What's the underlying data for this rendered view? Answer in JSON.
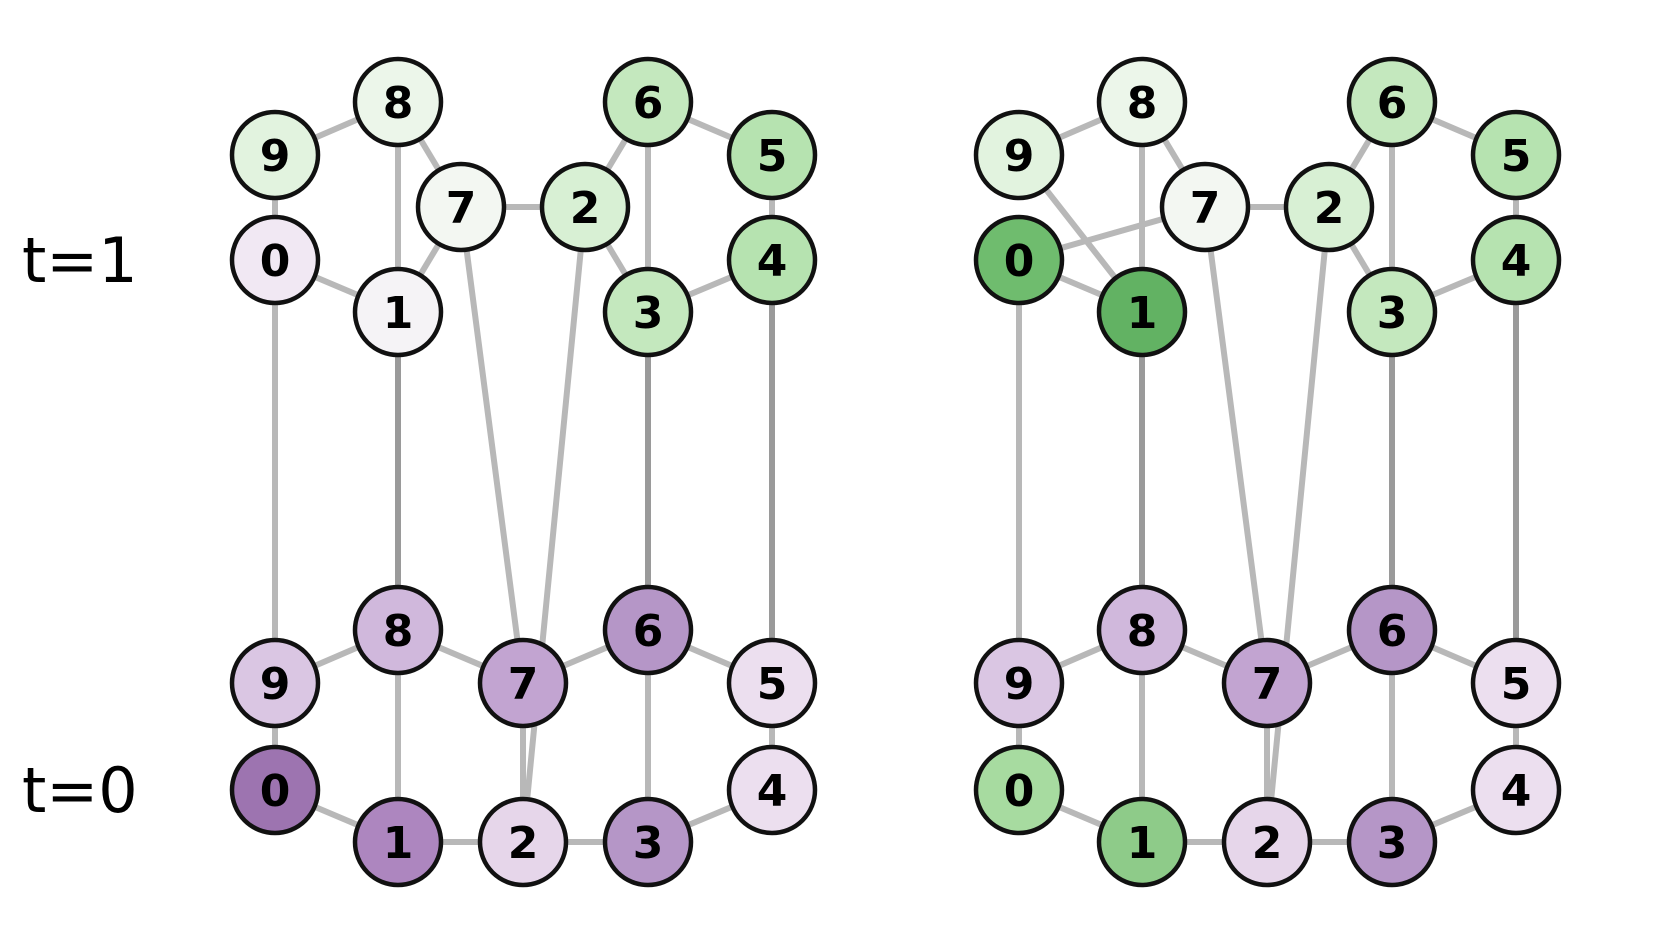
{
  "time_labels": {
    "top": "t=1",
    "bottom": "t=0"
  },
  "colors": {
    "edge_light": "#b8b8b8",
    "edge_dark": "#9a9a9a",
    "node_stroke": "#111111"
  },
  "panels": [
    {
      "id": "left",
      "top_layer": {
        "nodes": [
          {
            "label": "0",
            "color": "#f1e8f3"
          },
          {
            "label": "1",
            "color": "#f5f3f6"
          },
          {
            "label": "7",
            "color": "#f3f7f2"
          },
          {
            "label": "8",
            "color": "#ecf6ea"
          },
          {
            "label": "9",
            "color": "#e2f3df"
          },
          {
            "label": "2",
            "color": "#d8f0d4"
          },
          {
            "label": "6",
            "color": "#c4e8be"
          },
          {
            "label": "3",
            "color": "#c4e8be"
          },
          {
            "label": "5",
            "color": "#b6e3b0"
          },
          {
            "label": "4",
            "color": "#b6e3b0"
          }
        ]
      },
      "bottom_layer": {
        "nodes": [
          {
            "label": "0",
            "color": "#9d74b0"
          },
          {
            "label": "1",
            "color": "#ad86bf"
          },
          {
            "label": "2",
            "color": "#e6d6ea"
          },
          {
            "label": "3",
            "color": "#b596c7"
          },
          {
            "label": "4",
            "color": "#ecdfef"
          },
          {
            "label": "5",
            "color": "#ecdfef"
          },
          {
            "label": "6",
            "color": "#b596c7"
          },
          {
            "label": "7",
            "color": "#c2a4d1"
          },
          {
            "label": "8",
            "color": "#d0b8dc"
          },
          {
            "label": "9",
            "color": "#dac6e3"
          }
        ]
      }
    },
    {
      "id": "right",
      "top_layer": {
        "nodes": [
          {
            "label": "0",
            "color": "#6fbc6e"
          },
          {
            "label": "1",
            "color": "#62b263"
          },
          {
            "label": "7",
            "color": "#f3f7f2"
          },
          {
            "label": "8",
            "color": "#ecf6ea"
          },
          {
            "label": "9",
            "color": "#e2f3df"
          },
          {
            "label": "2",
            "color": "#d8f0d4"
          },
          {
            "label": "6",
            "color": "#c4e8be"
          },
          {
            "label": "3",
            "color": "#c4e8be"
          },
          {
            "label": "5",
            "color": "#b6e3b0"
          },
          {
            "label": "4",
            "color": "#b6e3b0"
          }
        ]
      },
      "bottom_layer": {
        "nodes": [
          {
            "label": "0",
            "color": "#a7dba0"
          },
          {
            "label": "1",
            "color": "#8ecb89"
          },
          {
            "label": "2",
            "color": "#e6d6ea"
          },
          {
            "label": "3",
            "color": "#b596c7"
          },
          {
            "label": "4",
            "color": "#ecdfef"
          },
          {
            "label": "5",
            "color": "#ecdfef"
          },
          {
            "label": "6",
            "color": "#b596c7"
          },
          {
            "label": "7",
            "color": "#c2a4d1"
          },
          {
            "label": "8",
            "color": "#d0b8dc"
          },
          {
            "label": "9",
            "color": "#dac6e3"
          }
        ]
      }
    }
  ]
}
